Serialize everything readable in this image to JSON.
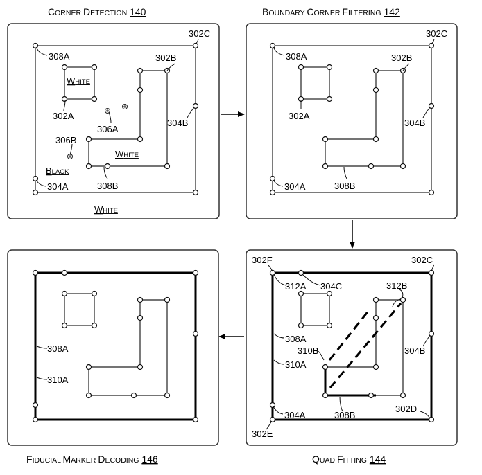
{
  "captions": {
    "corner_detection": {
      "text": "Corner Detection",
      "ref": "140"
    },
    "boundary_filtering": {
      "text": "Boundary  Corner Filtering",
      "ref": "142"
    },
    "quad_fitting": {
      "text": "Quad Fitting",
      "ref": "144"
    },
    "fiducial_decoding": {
      "text": "Fiducial Marker Decoding",
      "ref": "146"
    }
  },
  "region_labels": {
    "white": "White",
    "black": "Black"
  },
  "refs": {
    "c302A": "302A",
    "c302B": "302B",
    "c302C": "302C",
    "c302D": "302D",
    "c302E": "302E",
    "c302F": "302F",
    "c304A": "304A",
    "c304B": "304B",
    "c304C": "304C",
    "c306A": "306A",
    "c306B": "306B",
    "c308A": "308A",
    "c308B": "308B",
    "c310A": "310A",
    "c310B": "310B",
    "c312A": "312A",
    "c312B": "312B"
  }
}
